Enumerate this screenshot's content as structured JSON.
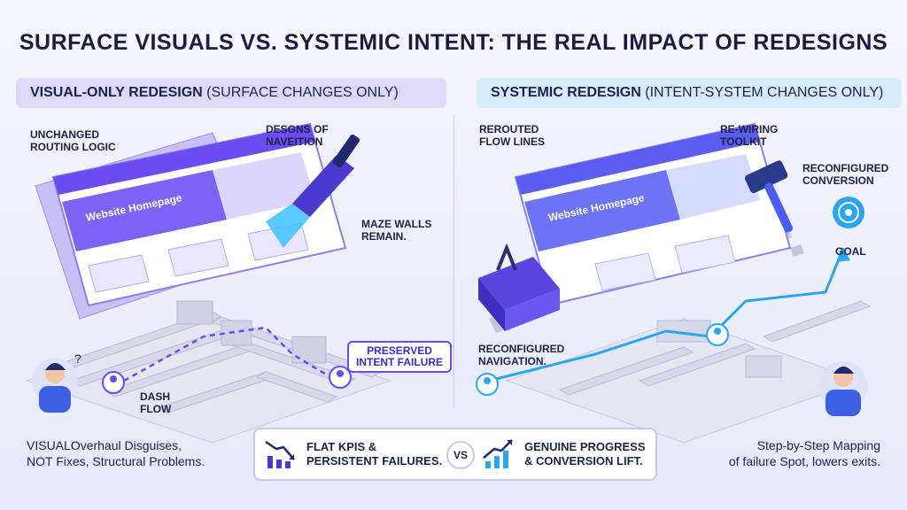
{
  "title": "SURFACE VISUALS VS. SYSTEMIC INTENT: THE REAL IMPACT OF REDESIGNS",
  "left": {
    "head_bold": "VISUAL-ONLY REDESIGN",
    "head_rest": " (SURFACE CHANGES ONLY)",
    "labels": {
      "routing": [
        "UNCHANGED",
        "ROUTING LOGIC"
      ],
      "designs": [
        "DESGNS OF",
        "NAVEITION"
      ],
      "maze": [
        "MAZE WALLS",
        "REMAIN."
      ],
      "dash": [
        "DASH",
        "FLOW"
      ]
    },
    "pill": [
      "PRESERVED",
      "INTENT FAILURE"
    ],
    "browser_title": "Website Homepage",
    "caption": [
      "VISUALOverhaul Disguises,",
      "NOT Fixes, Structural Problems."
    ]
  },
  "right": {
    "head_bold": "SYSTEMIC REDESIGN",
    "head_rest": " (INTENT-SYSTEM CHANGES ONLY)",
    "labels": {
      "rerouted": [
        "REROUTED",
        "FLOW LINES"
      ],
      "toolkit": [
        "RE-WIRING",
        "TOOLKIT"
      ],
      "conversion": [
        "RECONFIGURED",
        "CONVERSION"
      ],
      "goal": "GOAL",
      "navigation": [
        "RECONFIGURED",
        "NAVIGATION."
      ]
    },
    "browser_title": "Website Homepage",
    "caption": [
      "Step-by-Step Mapping",
      "of failure Spot, lowers exits."
    ]
  },
  "bottom": {
    "left_text": [
      "FLAT KPIS &",
      "PERSISTENT FAILURES."
    ],
    "vs": "VS",
    "right_text": [
      "GENUINE PROGRESS",
      "& CONVERSION LIFT."
    ]
  },
  "colors": {
    "purple": "#6a4cf0",
    "blue": "#2aa6f0",
    "maze": "#d8dae8"
  }
}
